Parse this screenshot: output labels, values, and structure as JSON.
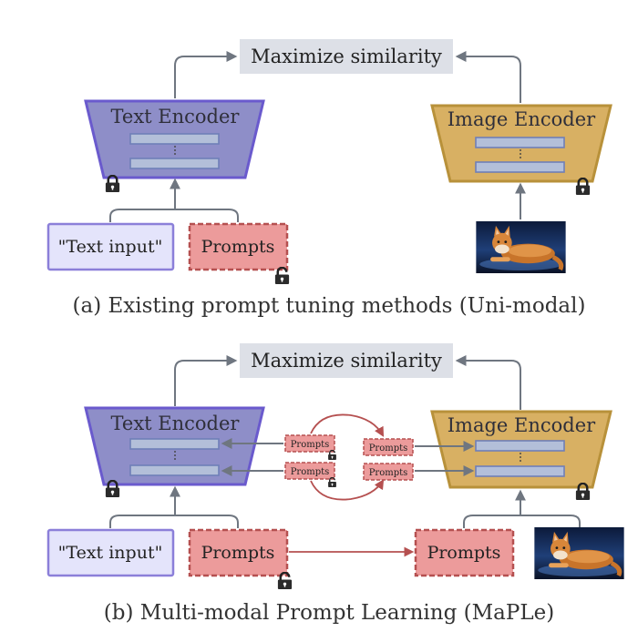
{
  "panel_a": {
    "similarity_label": "Maximize similarity",
    "text_encoder_label": "Text Encoder",
    "image_encoder_label": "Image Encoder",
    "text_input_label": "\"Text input\"",
    "prompts_label": "Prompts",
    "caption": "(a) Existing prompt tuning methods (Uni-modal)"
  },
  "panel_b": {
    "similarity_label": "Maximize similarity",
    "text_encoder_label": "Text Encoder",
    "image_encoder_label": "Image Encoder",
    "text_input_label": "\"Text input\"",
    "prompts_label": "Prompts",
    "image_prompts_label": "Prompts",
    "layer_prompts": [
      "Prompts",
      "Prompts",
      "Prompts",
      "Prompts"
    ],
    "caption": "(b) Multi-modal Prompt Learning (MaPLe)"
  },
  "colors": {
    "text_encoder_fill": "#8e8ec8",
    "text_encoder_stroke": "#6a5acd",
    "image_encoder_fill": "#d8b063",
    "image_encoder_stroke": "#b8913a",
    "layer_fill": "#b3bfd9",
    "prompt_fill": "#ec9b9b",
    "prompt_stroke": "#b55050",
    "text_input_fill": "#e4e4fb",
    "text_input_stroke": "#8b7fd9",
    "similarity_fill": "#dde0e7",
    "arrow_gray": "#6f7680",
    "arrow_red": "#b55050"
  },
  "icons": {
    "lock": "lock-icon",
    "unlock": "unlock-icon",
    "cat_image": "cat-image"
  }
}
